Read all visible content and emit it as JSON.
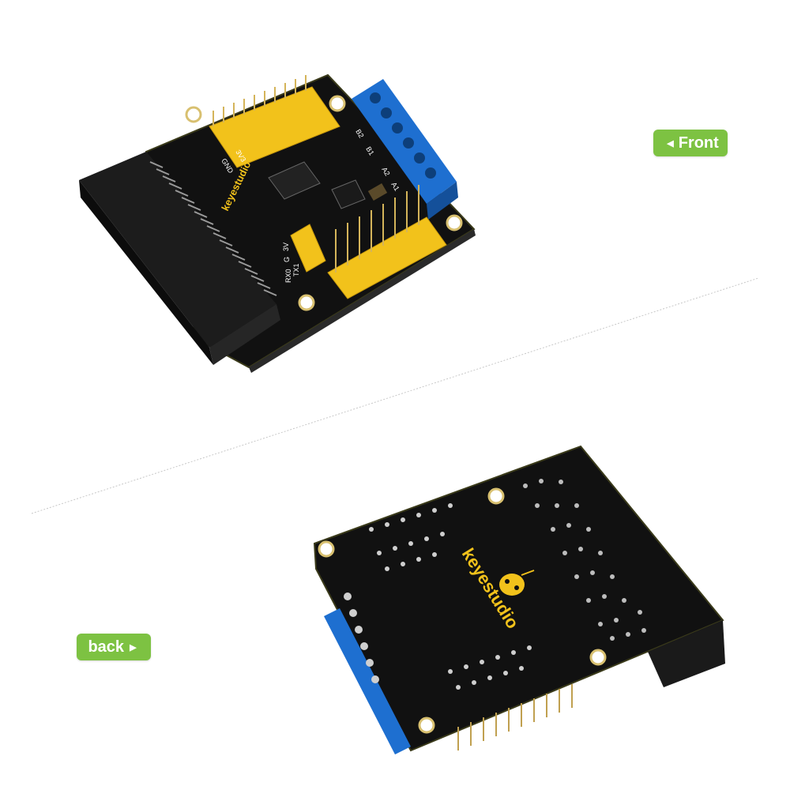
{
  "labels": {
    "front": "Front",
    "back": "back"
  },
  "front_board": {
    "brand": "keyestudio",
    "pin_labels": [
      "GND",
      "3V3",
      "A2",
      "A1",
      "B1",
      "B2",
      "RX0",
      "TX1",
      "3V",
      "G"
    ]
  },
  "back_board": {
    "brand": "keyestudio"
  },
  "colors": {
    "badge": "#7dc242",
    "pcb": "#111111",
    "header": "#f2c21b",
    "terminal": "#1e6fd0",
    "connector": "#1a1a1a"
  }
}
